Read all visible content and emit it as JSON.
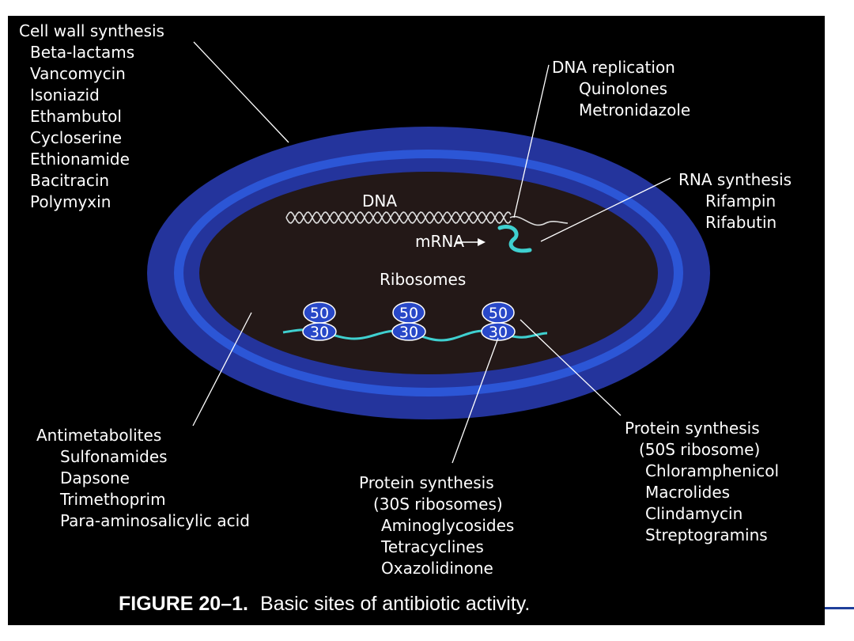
{
  "colors": {
    "background": "#000000",
    "outer_wall": "#24349c",
    "membrane_band": "#2c56d6",
    "cytoplasm": "#231817",
    "ribosome_fill": "#2848c8",
    "mrna_strand": "#3fd0d0",
    "text": "#ffffff"
  },
  "cell": {
    "dna_label": "DNA",
    "mrna_label": "mRNA",
    "ribosomes_label": "Ribosomes",
    "ribosomes": [
      {
        "large": "50",
        "small": "30"
      },
      {
        "large": "50",
        "small": "30"
      },
      {
        "large": "50",
        "small": "30"
      }
    ]
  },
  "sites": {
    "cell_wall": {
      "title": "Cell wall synthesis",
      "drugs": [
        "Beta-lactams",
        "Vancomycin",
        "Isoniazid",
        "Ethambutol",
        "Cycloserine",
        "Ethionamide",
        "Bacitracin",
        "Polymyxin"
      ]
    },
    "dna_replication": {
      "title": "DNA replication",
      "drugs": [
        "Quinolones",
        "Metronidazole"
      ]
    },
    "rna_synthesis": {
      "title": "RNA synthesis",
      "drugs": [
        "Rifampin",
        "Rifabutin"
      ]
    },
    "antimetabolites": {
      "title": "Antimetabolites",
      "drugs": [
        "Sulfonamides",
        "Dapsone",
        "Trimethoprim",
        "Para-aminosalicylic acid"
      ]
    },
    "protein_30s": {
      "title": "Protein synthesis",
      "subtitle": "(30S ribosomes)",
      "drugs": [
        "Aminoglycosides",
        "Tetracyclines",
        "Oxazolidinone"
      ]
    },
    "protein_50s": {
      "title": "Protein synthesis",
      "subtitle": "(50S ribosome)",
      "drugs": [
        "Chloramphenicol",
        "Macrolides",
        "Clindamycin",
        "Streptogramins"
      ]
    }
  },
  "caption": {
    "figure_number": "FIGURE 20–1.",
    "text": "Basic sites of antibiotic activity."
  }
}
